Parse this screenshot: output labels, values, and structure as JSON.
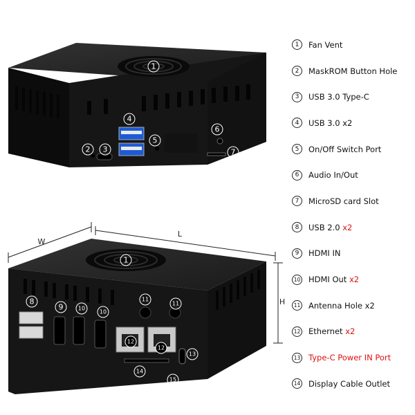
{
  "legend": [
    {
      "num": "1",
      "label": "Fan Vent",
      "suffix": ""
    },
    {
      "num": "2",
      "label": "MaskROM Button Hole",
      "suffix": ""
    },
    {
      "num": "3",
      "label": "USB 3.0 Type-C",
      "suffix": ""
    },
    {
      "num": "4",
      "label": "USB 3.0 x2",
      "suffix": ""
    },
    {
      "num": "5",
      "label": "On/Off Switch Port",
      "suffix": ""
    },
    {
      "num": "6",
      "label": "Audio In/Out",
      "suffix": ""
    },
    {
      "num": "7",
      "label": "MicroSD card Slot",
      "suffix": ""
    },
    {
      "num": "8",
      "label": "USB 2.0",
      "suffix": "x2"
    },
    {
      "num": "9",
      "label": "HDMI IN",
      "suffix": ""
    },
    {
      "num": "10",
      "label": "HDMI Out",
      "suffix": "x2"
    },
    {
      "num": "11",
      "label": "Antenna Hole x2",
      "suffix": ""
    },
    {
      "num": "12",
      "label": "Ethernet",
      "suffix": "x2"
    },
    {
      "num": "13",
      "label": "Type-C Power IN Port",
      "suffix": "",
      "all_red": true
    },
    {
      "num": "14",
      "label": "Display Cable Outlet",
      "suffix": ""
    }
  ],
  "callouts_top": {
    "fan": "1",
    "maskrom": "2",
    "typec": "3",
    "usb3": "4",
    "switch": "5",
    "audio": "6",
    "sd": "7"
  },
  "callouts_bottom": {
    "fan": "1",
    "usb2": "8",
    "hdmi_in": "9",
    "hdmi_out_a": "10",
    "hdmi_out_b": "10",
    "antenna_a": "11",
    "antenna_b": "11",
    "eth_a": "12",
    "eth_b": "12",
    "power": "13",
    "display": "14",
    "extra": "15"
  },
  "dimensions": {
    "width": "W",
    "length": "L",
    "height": "H"
  },
  "colors": {
    "case": "#151515",
    "case_side": "#0b0b0b",
    "case_top": "#262626",
    "accent_red": "#d11111",
    "usb_blue": "#1d5bd6"
  }
}
